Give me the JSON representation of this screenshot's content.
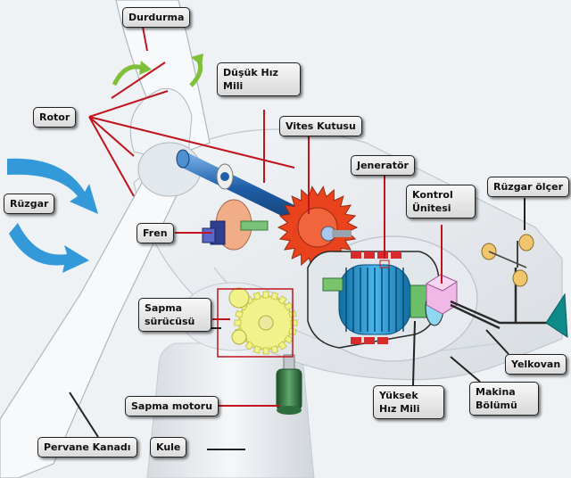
{
  "labels": {
    "durdurma": "Durdurma",
    "rotor": "Rotor",
    "dusuk_hiz_mili": "Düşük Hız Mili",
    "vites_kutusu": "Vites Kutusu",
    "jenerator": "Jeneratör",
    "kontrol_unitesi": "Kontrol Ünitesi",
    "ruzgar_olcer": "Rüzgar ölçer",
    "ruzgar": "Rüzgar",
    "fren": "Fren",
    "sapma_surucusu": "Sapma sürücüsü",
    "yelkovan": "Yelkovan",
    "sapma_motoru": "Sapma motoru",
    "yuksek_hiz_mili": "Yüksek Hız Mili",
    "makina_bolumu": "Makina Bölümü",
    "pervane_kanadi": "Pervane Kanadı",
    "kule": "Kule"
  },
  "colors": {
    "leader_line": "#c0141e",
    "wind_arrow": "#1e8fd6",
    "gearbox": "#e8431c",
    "low_speed_shaft": "#1f5fa8",
    "generator_body": "#1b8ccc",
    "generator_coils": "#d92b2b",
    "control_unit": "#f0b8e6",
    "vane": "#0f8a8a",
    "yaw_gear": "#f2f28c",
    "yaw_motor": "#2d6e3c"
  }
}
